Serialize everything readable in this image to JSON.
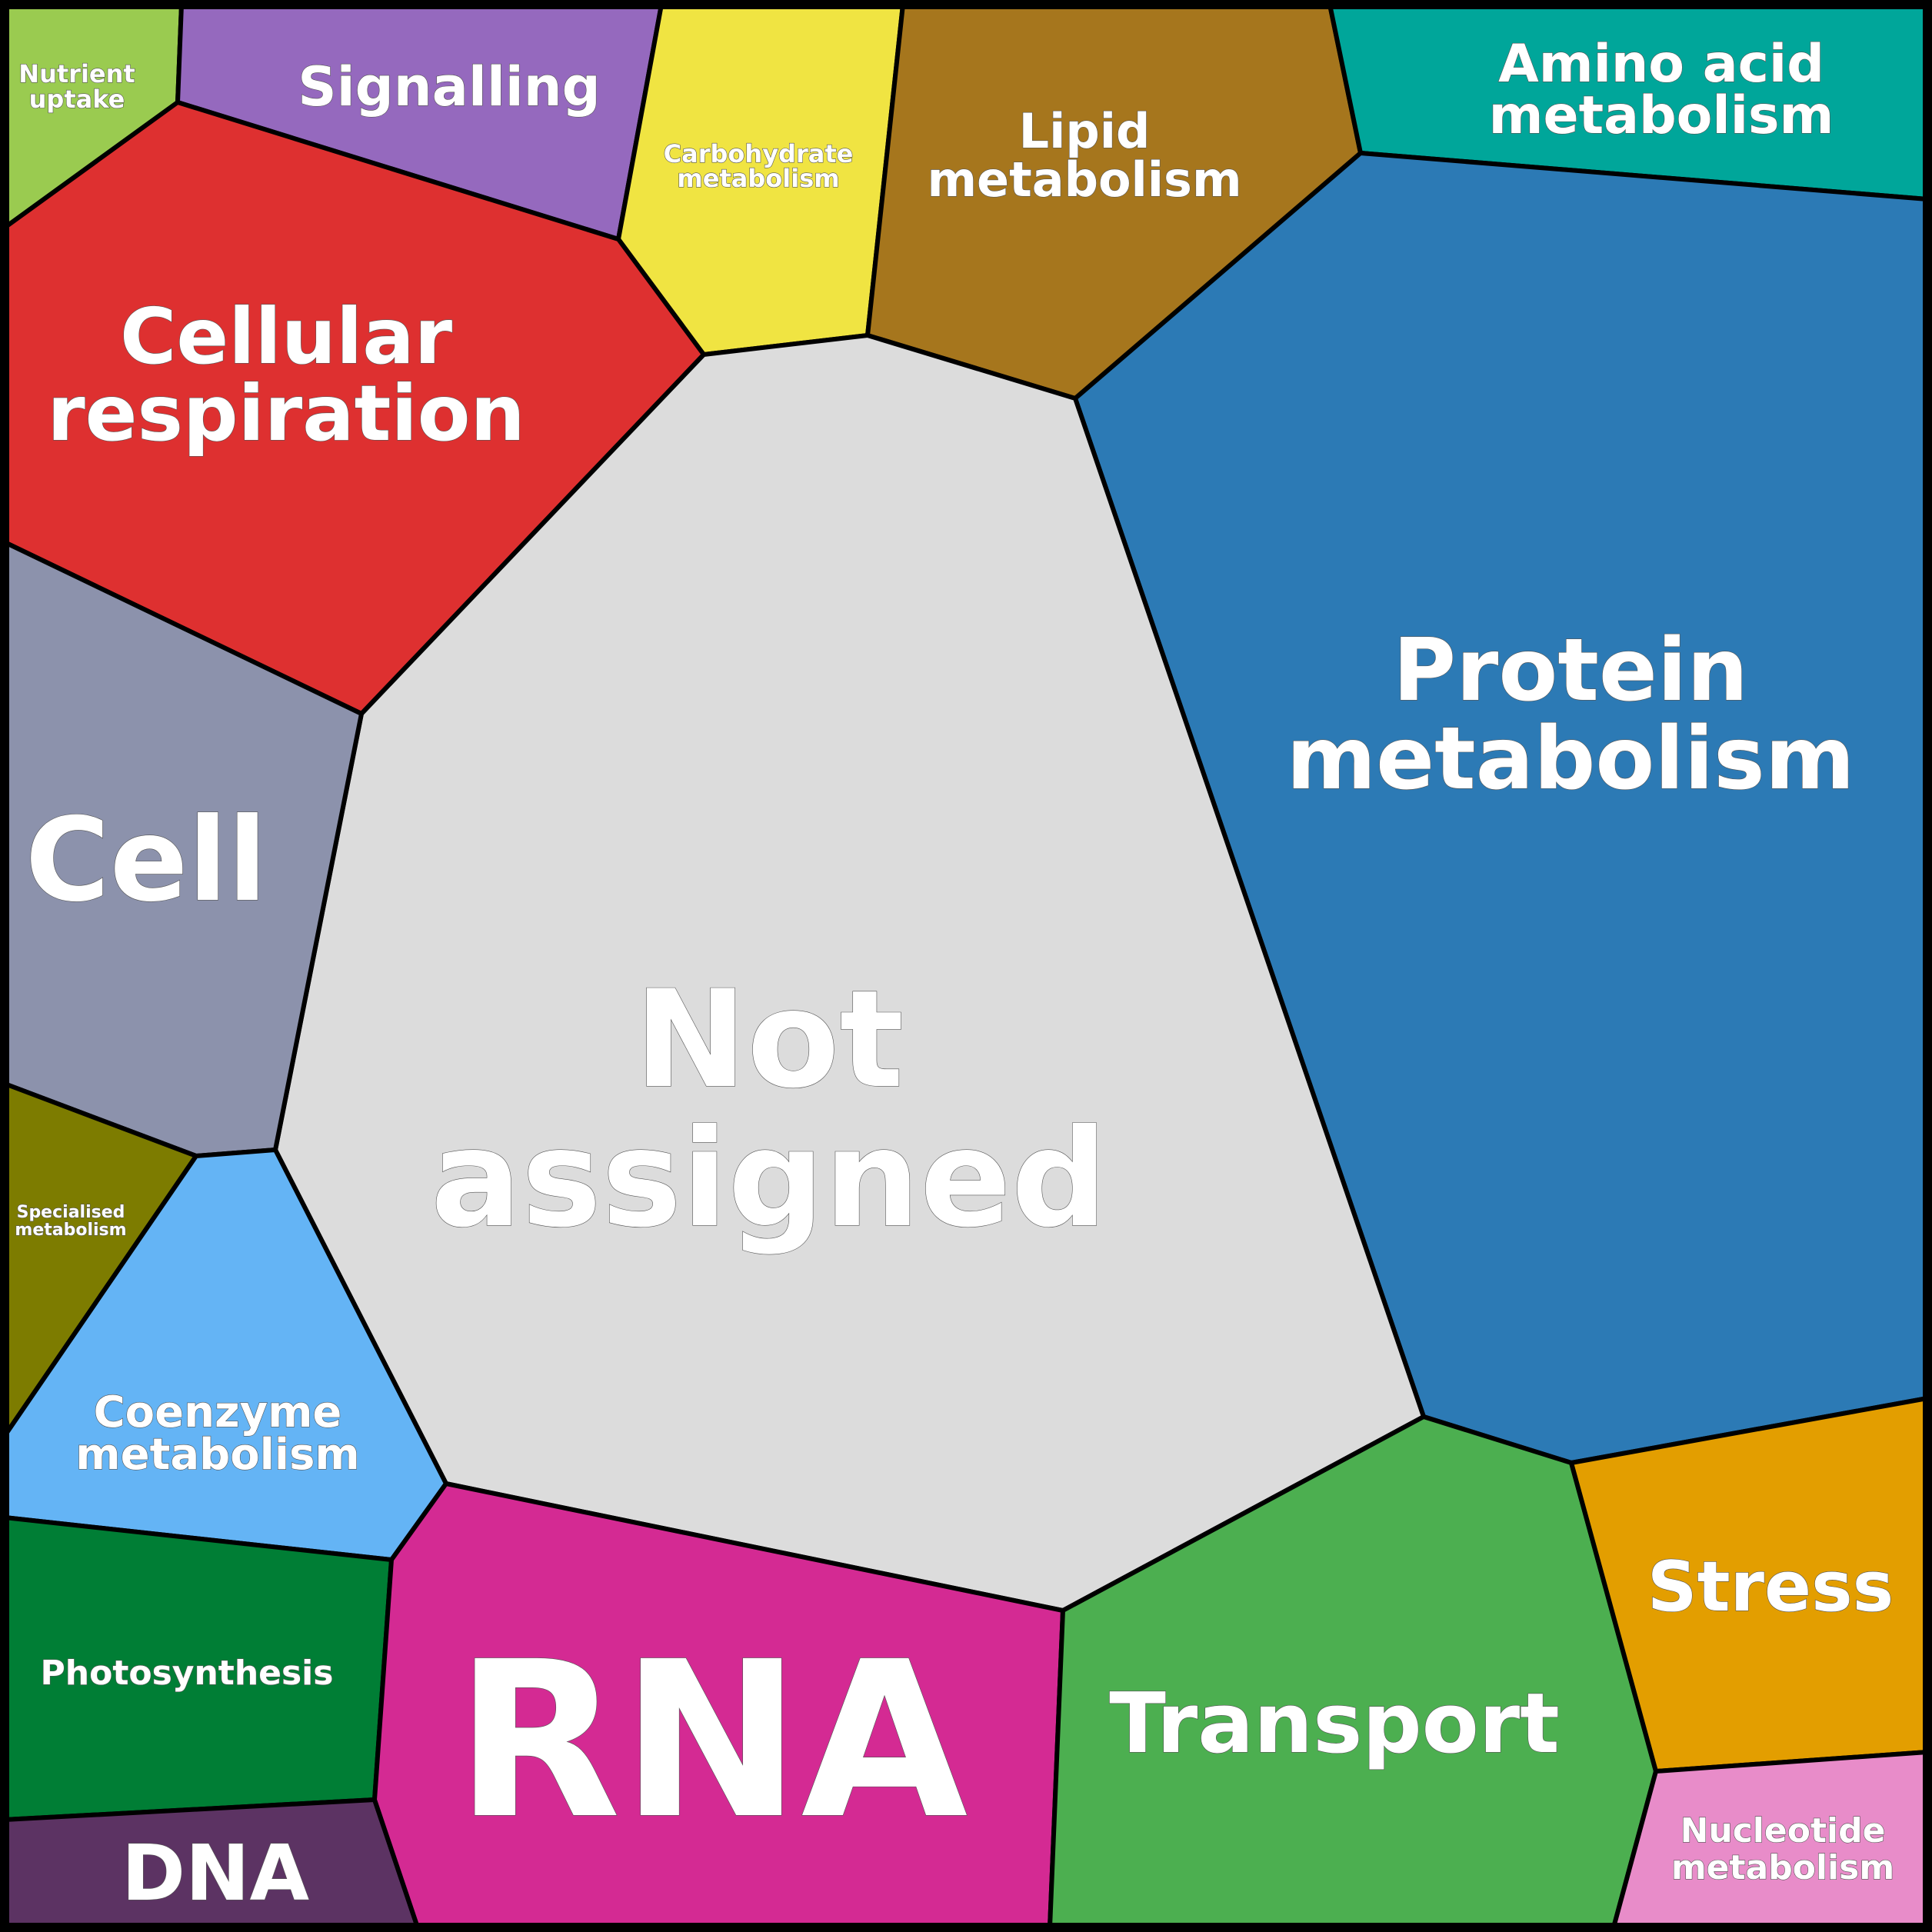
{
  "title": "",
  "chart_data": {
    "type": "voronoi-treemap",
    "cells": [
      {
        "id": "nutrient-uptake",
        "lines": [
          "Nutrient",
          "uptake"
        ],
        "color": "#9ACB50"
      },
      {
        "id": "signalling",
        "lines": [
          "Signalling"
        ],
        "color": "#9569BE"
      },
      {
        "id": "carbohydrate-metabolism",
        "lines": [
          "Carbohydrate",
          "metabolism"
        ],
        "color": "#F0E442"
      },
      {
        "id": "lipid-metabolism",
        "lines": [
          "Lipid",
          "metabolism"
        ],
        "color": "#A6761D"
      },
      {
        "id": "amino-acid-metabolism",
        "lines": [
          "Amino acid",
          "metabolism"
        ],
        "color": "#00A69A"
      },
      {
        "id": "cellular-respiration",
        "lines": [
          "Cellular",
          "respiration"
        ],
        "color": "#DE3030"
      },
      {
        "id": "protein-metabolism",
        "lines": [
          "Protein",
          "metabolism"
        ],
        "color": "#2C7AB5"
      },
      {
        "id": "not-assigned",
        "lines": [
          "Not",
          "assigned"
        ],
        "color": "#DCDCDC"
      },
      {
        "id": "cell",
        "lines": [
          "Cell"
        ],
        "color": "#8C92AC"
      },
      {
        "id": "specialised-metabolism",
        "lines": [
          "Specialised",
          "metabolism"
        ],
        "color": "#7D7C00"
      },
      {
        "id": "coenzyme-metabolism",
        "lines": [
          "Coenzyme",
          "metabolism"
        ],
        "color": "#64B4F5"
      },
      {
        "id": "photosynthesis",
        "lines": [
          "Photosynthesis"
        ],
        "color": "#007E35"
      },
      {
        "id": "dna",
        "lines": [
          "DNA"
        ],
        "color": "#5C3363"
      },
      {
        "id": "rna",
        "lines": [
          "RNA"
        ],
        "color": "#D42A93"
      },
      {
        "id": "transport",
        "lines": [
          "Transport"
        ],
        "color": "#4CAF50"
      },
      {
        "id": "stress",
        "lines": [
          "Stress"
        ],
        "color": "#E39E00"
      },
      {
        "id": "nucleotide-metabolism",
        "lines": [
          "Nucleotide",
          "metabolism"
        ],
        "color": "#E88CC9"
      }
    ]
  }
}
